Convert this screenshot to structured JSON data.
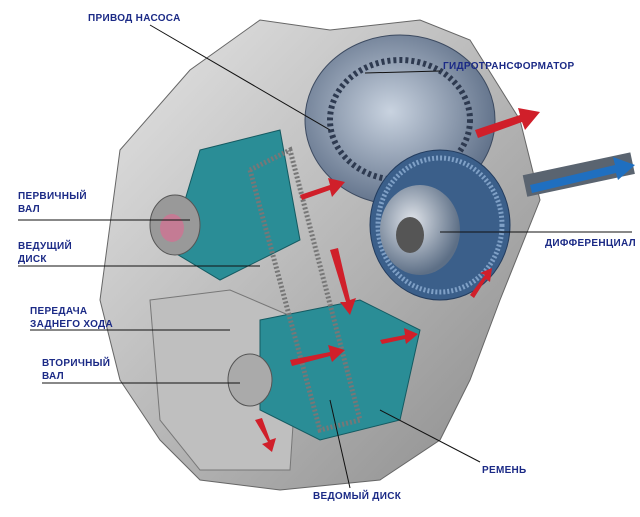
{
  "labels": {
    "pump_drive": "ПРИВОД НАСОСА",
    "torque_converter": "ГИДРОТРАНСФОРМАТОР",
    "primary_shaft_1": "ПЕРВИЧНЫЙ",
    "primary_shaft_2": "ВАЛ",
    "drive_disc_1": "ВЕДУЩИЙ",
    "drive_disc_2": "ДИСК",
    "reverse_gear_1": "ПЕРЕДАЧА",
    "reverse_gear_2": "ЗАДНЕГО ХОДА",
    "secondary_shaft_1": "ВТОРИЧНЫЙ",
    "secondary_shaft_2": "ВАЛ",
    "differential": "ДИФФЕРЕНЦИАЛ",
    "belt": "РЕМЕНЬ",
    "driven_disc": "ВЕДОМЫЙ ДИСК"
  },
  "colors": {
    "label": "#1b2a86",
    "arrow_in": "#d01f2a",
    "arrow_out": "#1f6fc0",
    "teal": "#2a8d96"
  }
}
